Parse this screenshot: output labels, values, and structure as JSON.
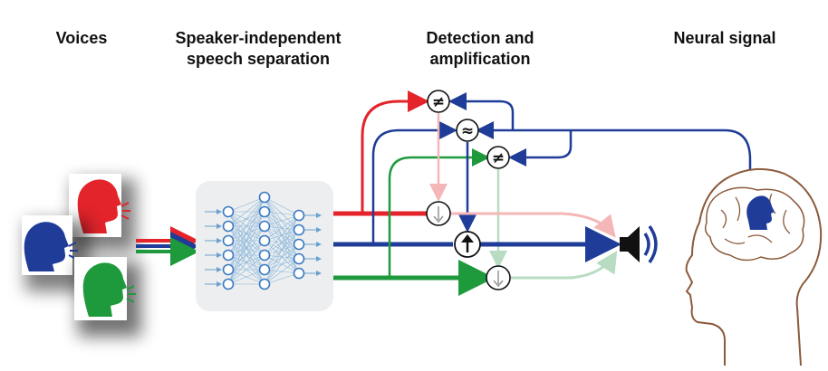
{
  "headers": {
    "voices": "Voices",
    "separation_line1": "Speaker-independent",
    "separation_line2": "speech separation",
    "detection_line1": "Detection and",
    "detection_line2": "amplification",
    "neural": "Neural signal"
  },
  "comparators": {
    "not_equal": "≠",
    "approx_equal": "≈",
    "not_equal_2": "≠"
  },
  "colors": {
    "red": "#e3242b",
    "blue": "#1f3c98",
    "green": "#1e9a3c",
    "pink_faded": "#f4b6b6",
    "green_faded": "#b7dcc1",
    "outline": "#8b5a3c"
  },
  "icons": [
    "speaker-head-red",
    "speaker-head-blue",
    "speaker-head-green",
    "neural-network",
    "amplify-up-icon",
    "attenuate-down-icon",
    "loudspeaker-icon",
    "listener-head-icon",
    "brain-icon"
  ]
}
